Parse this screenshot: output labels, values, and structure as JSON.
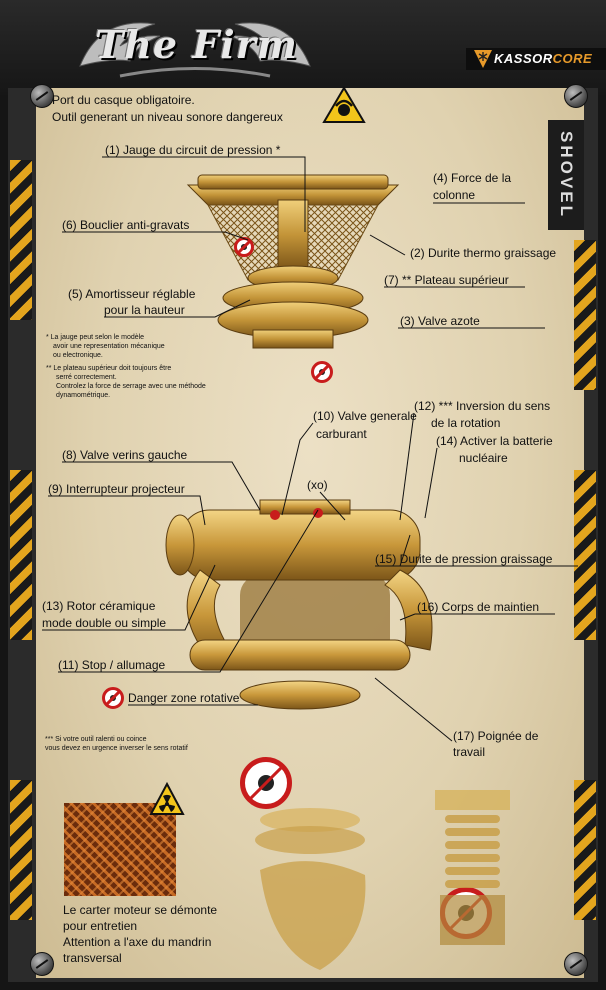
{
  "header": {
    "logo_text": "The Firm",
    "brand_prefix": "KASSOR",
    "brand_suffix": "CORE"
  },
  "side_tab": "SHOVEL",
  "intro": {
    "line1": "Port du casque obligatoire.",
    "line2": "Outil generant un niveau sonore dangereux"
  },
  "top_labels": {
    "l1": "(1) Jauge du circuit de pression *",
    "l4a": "(4) Force de la",
    "l4b": "colonne",
    "l6": "(6) Bouclier anti-gravats",
    "l2": "(2) Durite thermo graissage",
    "l7": "(7) ** Plateau supérieur",
    "l5a": "(5) Amortisseur réglable",
    "l5b": "pour la hauteur",
    "l3": "(3) Valve azote"
  },
  "notes_top": {
    "n1a": "*  La jauge peut selon le modèle",
    "n1b": "avoir une representation mécanique",
    "n1c": "ou electronique.",
    "n2a": "**  Le plateau supérieur doit toujours être",
    "n2b": "serré correctement.",
    "n2c": "Controlez la force de serrage avec une méthode",
    "n2d": "dynamométrique."
  },
  "bottom_labels": {
    "l10a": "(10) Valve generale",
    "l10b": "carburant",
    "l12a": "(12) *** Inversion du sens",
    "l12b": "de la rotation",
    "l14a": "(14) Activer la batterie",
    "l14b": "nucléaire",
    "l8": "(8) Valve verins gauche",
    "l9": "(9) Interrupteur projecteur",
    "xo": "(xo)",
    "l15": "(15) Durite de pression graissage",
    "l13a": "(13) Rotor céramique",
    "l13b": "mode double ou simple",
    "l16": "(16) Corps de maintien",
    "l11": "(11) Stop / allumage",
    "danger": "Danger zone rotative",
    "l17a": "(17) Poignée de",
    "l17b": "travail"
  },
  "notes_bottom": {
    "n3a": "*** Si votre outil ralenti ou coince",
    "n3b": "vous devez en urgence inverser le sens rotatif"
  },
  "footer_text": {
    "f1": "Le carter moteur se démonte",
    "f2": "pour entretien",
    "f3": "Attention a l'axe du mandrin",
    "f4": "transversal"
  },
  "colors": {
    "paper": "#e6d8b8",
    "warning_yellow": "#f3c51b",
    "stripe_orange": "#e3a51e",
    "no_sign_red": "#c81c1c",
    "brass": "#c9a04a",
    "brand_accent": "#e79a2a"
  },
  "icons": [
    "ear-protection-warning-icon",
    "no-hands-icon",
    "radiation-warning-icon",
    "screw-icon",
    "wing-ornament-icon"
  ]
}
